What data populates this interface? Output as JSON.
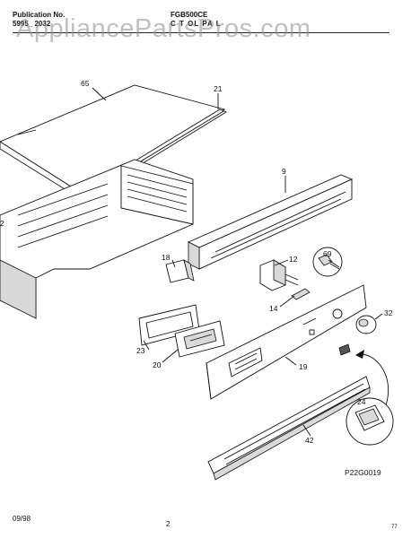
{
  "header": {
    "publication_label": "Publication No.",
    "publication_number": "5995_ 2032",
    "model": "FGB500CE",
    "section": "C   T   OL PA  L"
  },
  "watermark": "AppliancePartsPros.com",
  "parts": {
    "p65": "65",
    "p21": "21",
    "p9": "9",
    "p2": "2",
    "p18": "18",
    "p12": "12",
    "p69": "69",
    "p14": "14",
    "p32": "32",
    "p23": "23",
    "p20": "20",
    "p19": "19",
    "p24": "24",
    "p42": "42"
  },
  "diagram_code": "P22G0019",
  "footer": {
    "date": "09/98",
    "page": "2",
    "corner": "77"
  }
}
